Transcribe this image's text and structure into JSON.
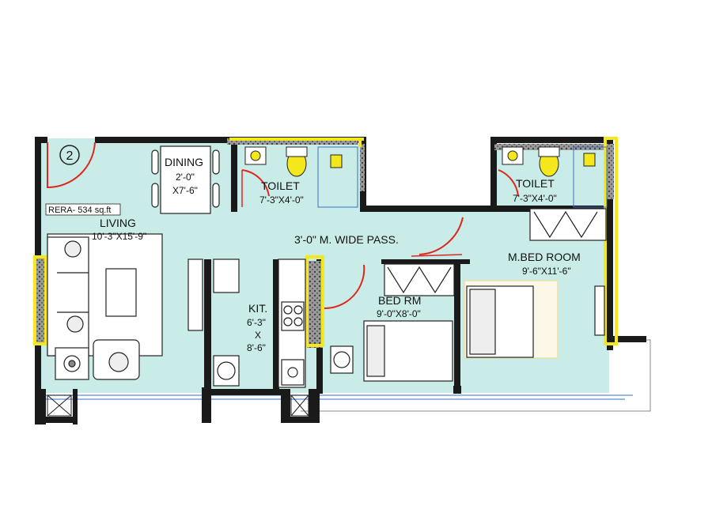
{
  "plan": {
    "unit_number": "2",
    "rera": "RERA- 534 sq.ft",
    "passage": "3'-0\" M. WIDE PASS.",
    "colors": {
      "floor": "#c9ece8",
      "wall": "#1a1a1a",
      "window": "#f4e71b",
      "door_swing": "#e0261c",
      "balcony_glass": "#5b8bd6"
    },
    "rooms": {
      "dining": {
        "name": "DINING",
        "dim1": "2'-0\"",
        "dim2": "X7'-6\""
      },
      "living": {
        "name": "LIVING",
        "dim": "10'-3\"X15'-9\""
      },
      "kitchen": {
        "name": "KIT.",
        "dim1": "6'-3\"",
        "dim2": "X",
        "dim3": "8'-6\""
      },
      "toilet1": {
        "name": "TOILET",
        "dim": "7'-3\"X4'-0\""
      },
      "toilet2": {
        "name": "TOILET",
        "dim": "7'-3\"X4'-0\""
      },
      "bedroom": {
        "name": "BED RM",
        "dim": "9'-0\"X8'-0\""
      },
      "master_bedroom": {
        "name": "M.BED ROOM",
        "dim": "9'-6\"X11'-6\""
      }
    }
  }
}
